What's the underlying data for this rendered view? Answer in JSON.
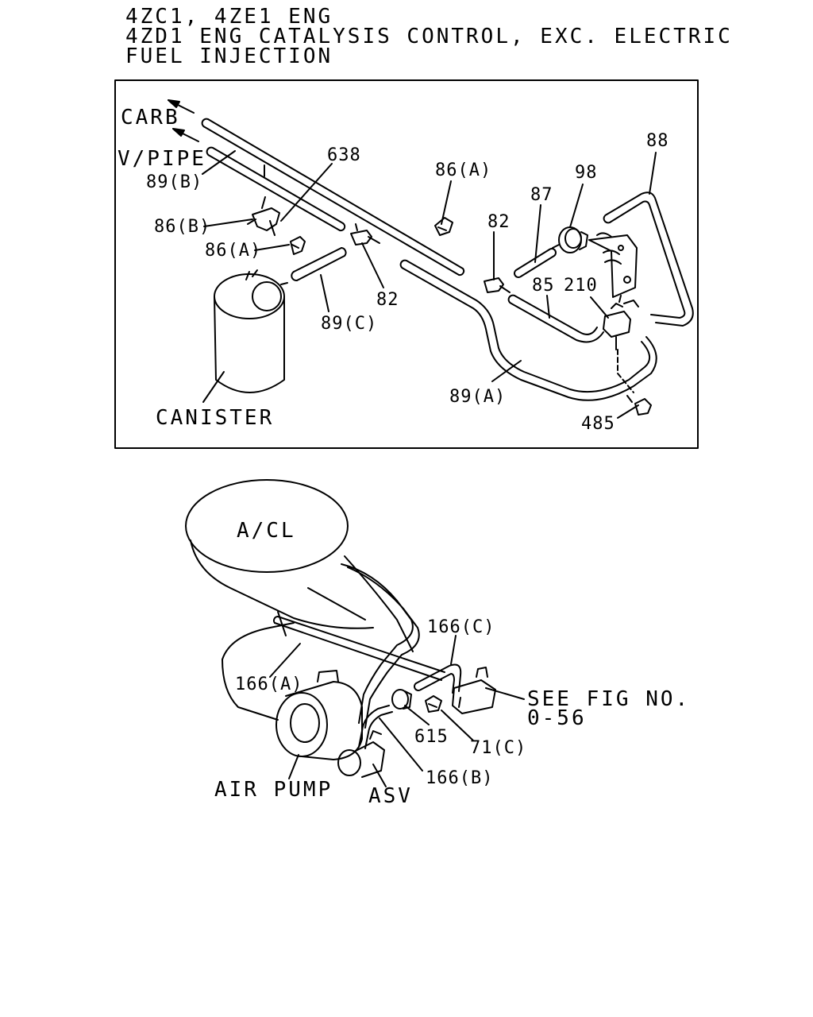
{
  "title": {
    "line1": "4ZC1, 4ZE1 ENG",
    "line2": "4ZD1 ENG CATALYSIS CONTROL, EXC. ELECTRIC",
    "line3": "FUEL INJECTION"
  },
  "top_diagram": {
    "labels": {
      "carb": "CARB",
      "vpipe": "V/PIPE",
      "p638": "638",
      "p86a_top": "86(A)",
      "p88": "88",
      "p98": "98",
      "p87": "87",
      "p89b": "89(B)",
      "p86b": "86(B)",
      "p86a_left": "86(A)",
      "p82_right": "82",
      "p82_mid": "82",
      "p85": "85",
      "p210": "210",
      "p89c": "89(C)",
      "p89a": "89(A)",
      "canister": "CANISTER",
      "p485": "485"
    }
  },
  "bottom_diagram": {
    "labels": {
      "acl": "A/CL",
      "p166c": "166(C)",
      "p166a": "166(A)",
      "see_fig1": "SEE FIG NO.",
      "see_fig2": "0-56",
      "p615": "615",
      "p71c": "71(C)",
      "p166b": "166(B)",
      "air_pump": "AIR PUMP",
      "asv": "ASV"
    }
  }
}
